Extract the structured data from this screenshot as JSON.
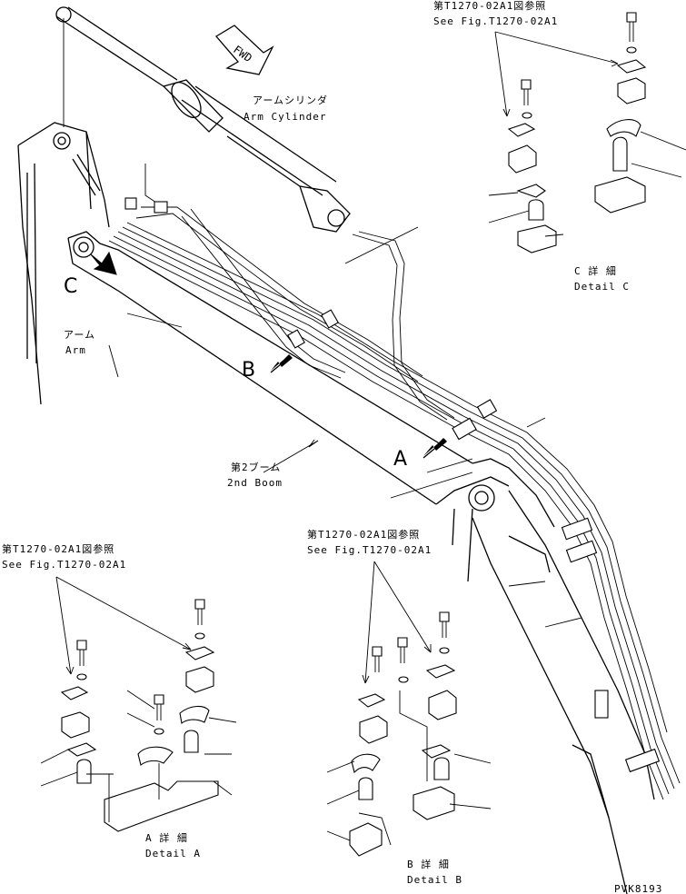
{
  "labels": {
    "fwd": "FWD",
    "arm_cylinder_jp": "アームシリンダ",
    "arm_cylinder_en": "Arm Cylinder",
    "arm_jp": "アーム",
    "arm_en": "Arm",
    "boom_jp": "第2ブーム",
    "boom_en": "2nd Boom",
    "ref_jp": "第T1270-02A1図参照",
    "ref_en": "See Fig.T1270-02A1",
    "detail_c_jp": "C 詳 細",
    "detail_c_en": "Detail C",
    "detail_a_jp": "A 詳 細",
    "detail_a_en": "Detail A",
    "detail_b_jp": "B 詳 細",
    "detail_b_en": "Detail B",
    "view_a": "A",
    "view_b": "B",
    "view_c": "C",
    "drawing_code": "PVK8193"
  }
}
